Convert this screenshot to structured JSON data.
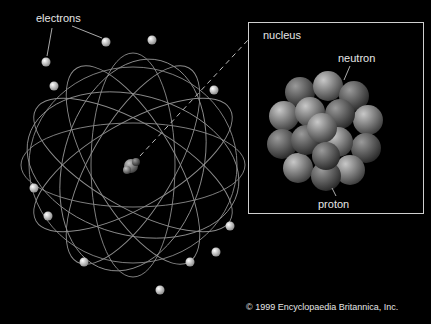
{
  "diagram": {
    "nodes": [
      {
        "text": [
          "nucleus"
        ]
      }
    ],
    "labels": [
      "electrons",
      "neutron",
      "proton",
      "© 1999 Encyclopaedia Britannica, Inc."
    ]
  }
}
